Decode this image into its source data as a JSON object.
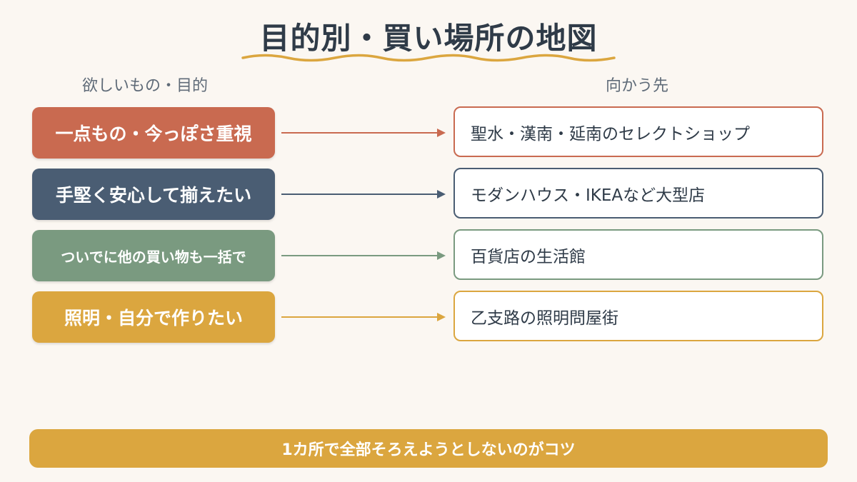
{
  "title": "目的別・買い場所の地図",
  "headers": {
    "left": "欲しいもの・目的",
    "right": "向かう先"
  },
  "rows": [
    {
      "purpose": "一点もの・今っぽさ重視",
      "destination": "聖水・漢南・延南のセレクトショップ",
      "color": "#c96a50"
    },
    {
      "purpose": "手堅く安心して揃えたい",
      "destination": "モダンハウス・IKEAなど大型店",
      "color": "#4a5d73"
    },
    {
      "purpose": "ついでに他の買い物も一括で",
      "destination": "百貨店の生活館",
      "color": "#7a9a80"
    },
    {
      "purpose": "照明・自分で作りたい",
      "destination": "乙支路の照明問屋街",
      "color": "#dba63f"
    }
  ],
  "tip": "1カ所で全部そろえようとしないのがコツ",
  "colors": {
    "title": "#2f3b48",
    "underline": "#dba63f",
    "background": "#fbf7f2"
  }
}
